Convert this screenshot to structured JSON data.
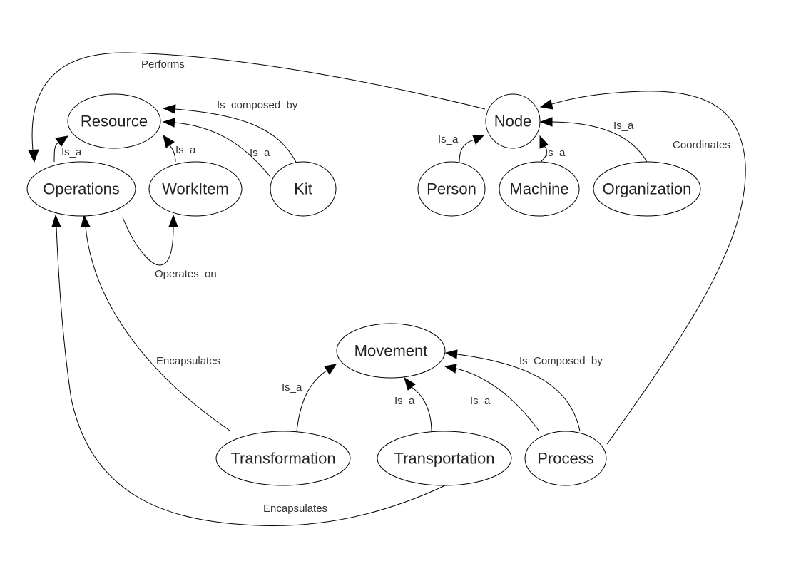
{
  "nodes": {
    "resource": "Resource",
    "operations": "Operations",
    "workitem": "WorkItem",
    "kit": "Kit",
    "node": "Node",
    "person": "Person",
    "machine": "Machine",
    "organization": "Organization",
    "movement": "Movement",
    "transformation": "Transformation",
    "transportation": "Transportation",
    "process": "Process"
  },
  "edges": {
    "performs": "Performs",
    "is_composed_by": "Is_composed_by",
    "operations_is_a": "Is_a",
    "workitem_is_a": "Is_a",
    "kit_is_a": "Is_a",
    "person_is_a": "Is_a",
    "machine_is_a": "Is_a",
    "organization_is_a": "Is_a",
    "coordinates": "Coordinates",
    "operates_on": "Operates_on",
    "encapsulates_transformation": "Encapsulates",
    "transformation_is_a": "Is_a",
    "transportation_is_a": "Is_a",
    "process_is_a": "Is_a",
    "process_is_composed_by": "Is_Composed_by",
    "encapsulates_transportation": "Encapsulates"
  }
}
